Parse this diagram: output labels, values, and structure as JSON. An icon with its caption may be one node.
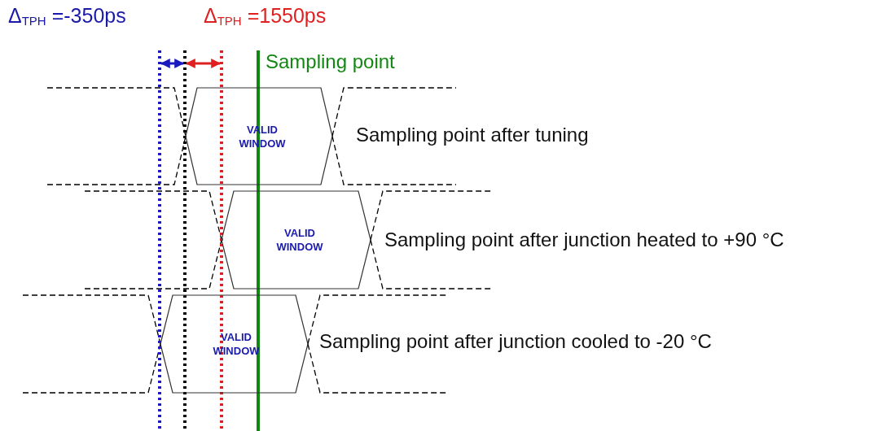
{
  "diagram": {
    "nodes": [
      {
        "text": [
          "VALID WINDOW"
        ],
        "beside": [
          "Sampling point after tuning"
        ]
      },
      {
        "text": [
          "VALID WINDOW"
        ],
        "beside": [
          "Sampling point after junction heated to +90 °C"
        ]
      },
      {
        "text": [
          "VALID WINDOW"
        ],
        "beside": [
          "Sampling point after junction cooled to -20 °C"
        ]
      }
    ],
    "edges": [],
    "labels": [
      "Δ$_{TPH}$ =-350ps",
      "Δ$_{TPH}$ =1550ps",
      "Sampling point"
    ]
  }
}
